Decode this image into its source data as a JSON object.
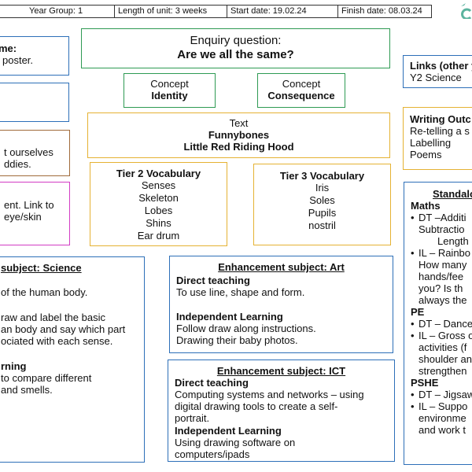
{
  "header": {
    "year_group": "Year Group: 1",
    "length": "Length of unit: 3 weeks",
    "start": "Start date: 19.02.24",
    "finish": "Finish date: 08.03.24"
  },
  "enquiry": {
    "label": "Enquiry question:",
    "question": "Are we all the same?"
  },
  "concepts": [
    {
      "label": "Concept",
      "value": "Identity"
    },
    {
      "label": "Concept",
      "value": "Consequence"
    }
  ],
  "text_box": {
    "label": "Text",
    "line1": "Funnybones",
    "line2": "Little Red Riding Hood"
  },
  "tier2": {
    "title": "Tier 2 Vocabulary",
    "words": [
      "Senses",
      "Skeleton",
      "Lobes",
      "Shins",
      "Ear drum"
    ]
  },
  "tier3": {
    "title": "Tier 3 Vocabulary",
    "words": [
      "Iris",
      "Soles",
      "Pupils",
      "nostril"
    ]
  },
  "left": {
    "box1": {
      "title_partial": "me:",
      "text": "poster."
    },
    "box3": {
      "line1": "t ourselves",
      "line2": "ddies."
    },
    "box4": {
      "line1": "ent.  Link to",
      "line2": "eye/skin"
    }
  },
  "science": {
    "title": "subject: Science",
    "lines": [
      "of the human body.",
      "raw and label the basic",
      "an body and say which part",
      "ociated with each sense.",
      "rning",
      "to compare different",
      "and smells."
    ]
  },
  "art": {
    "title": "Enhancement  subject: Art",
    "direct_heading": "Direct teaching",
    "direct_text": "To use line, shape and form.",
    "independent_heading": "Independent Learning",
    "independent_lines": [
      "Follow draw along instructions.",
      "Drawing their baby photos."
    ]
  },
  "ict": {
    "title": "Enhancement  subject:  ICT",
    "direct_heading": "Direct teaching",
    "direct_lines": [
      "Computing systems and networks – using",
      "digital drawing tools to create a self-",
      "portrait."
    ],
    "independent_heading": "Independent Learning",
    "independent_lines": [
      "Using drawing software on",
      "computers/ipads"
    ]
  },
  "links": {
    "title": "Links (other y",
    "text": "Y2 Science"
  },
  "writing": {
    "title": "Writing Outc",
    "lines": [
      "Re-telling a s",
      "Labelling",
      "Poems"
    ]
  },
  "standalone": {
    "title": "Standalo",
    "maths_heading": "Maths",
    "maths_items": [
      {
        "lines": [
          "DT –Additi",
          "Subtractio",
          "   Length"
        ]
      },
      {
        "lines": [
          "IL – Rainbo",
          "How many",
          "hands/fee",
          "you?  Is th",
          "always the"
        ]
      }
    ],
    "pe_heading": "PE",
    "pe_items": [
      {
        "lines": [
          "DT – Dance"
        ]
      },
      {
        "lines": [
          "IL – Gross o",
          "activities (f",
          "shoulder an",
          "strengthen"
        ]
      }
    ],
    "pshe_heading": "PSHE",
    "pshe_items": [
      {
        "lines": [
          "DT – Jigsaw"
        ]
      },
      {
        "lines": [
          "IL – Suppo",
          "environme",
          "and work t"
        ]
      }
    ]
  },
  "colors": {
    "green": "#2e9a53",
    "blue": "#2d6fb8",
    "yellow": "#e5b233",
    "brown": "#a06a3a",
    "magenta": "#d23cc4",
    "teal_logo": "#5bb39e"
  }
}
